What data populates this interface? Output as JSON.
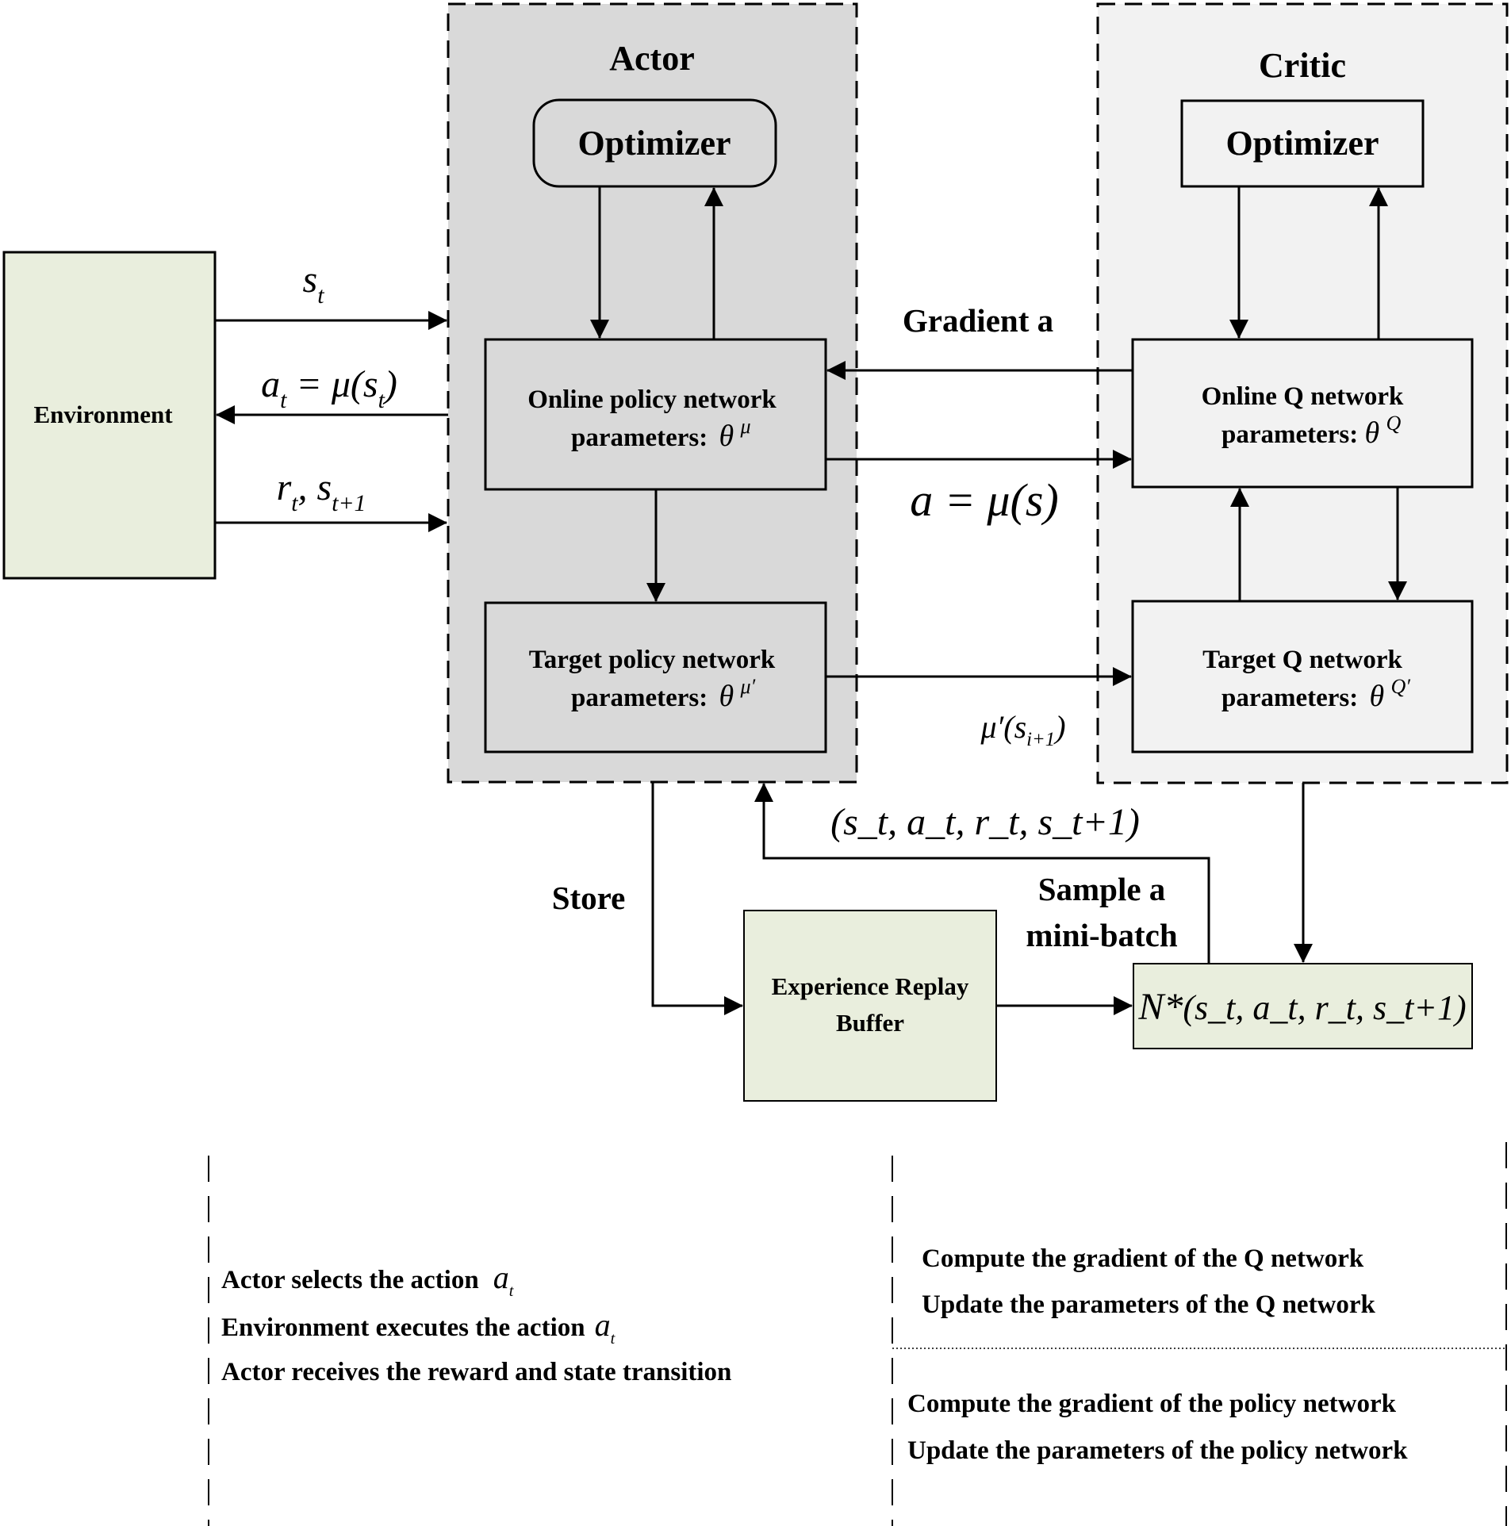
{
  "diagram": {
    "title": "DDPG actor-critic architecture",
    "colors": {
      "environment_fill": "#e9eedd",
      "actor_fill": "#d9d9d9",
      "critic_fill": "#f2f2f2",
      "replay_fill": "#e9eedd",
      "minibatch_fill": "#e9eedd",
      "line": "#000000"
    },
    "environment": {
      "label": "Environment"
    },
    "actor": {
      "label": "Actor",
      "optimizer": "Optimizer",
      "online": {
        "line1": "Online policy network",
        "line2": "parameters:",
        "param": "θ",
        "param_sup": "μ"
      },
      "target": {
        "line1": "Target policy network",
        "line2": "parameters:",
        "param": "θ",
        "param_sup": "μ′"
      }
    },
    "critic": {
      "label": "Critic",
      "optimizer": "Optimizer",
      "online": {
        "line1": "Online Q network",
        "line2": "parameters:",
        "param": "θ",
        "param_sup": "Q"
      },
      "target": {
        "line1": "Target Q network",
        "line2": "parameters:",
        "param": "θ",
        "param_sup": "Q′"
      }
    },
    "replay_buffer": {
      "line1": "Experience Replay",
      "line2": "Buffer"
    },
    "minibatch": {
      "prefix": "N*",
      "tuple": "(s_t, a_t, r_t, s_t+1)"
    },
    "edges": {
      "state": {
        "base": "s",
        "sub": "t"
      },
      "action": {
        "a": "a",
        "a_sub": "t",
        "eq": " = μ(s",
        "s_sub": "t",
        "close": ")"
      },
      "reward": {
        "r": "r",
        "r_sub": "t",
        "comma": ", s",
        "s_sub": "t+1"
      },
      "gradient": "Gradient a",
      "policy_action": "a = μ(s)",
      "target_action": {
        "mu": "μ′(s",
        "sub": "i+1",
        "close": ")"
      },
      "transition": {
        "text": "(s_t, a_t, r_t, s_t+1)"
      },
      "store": "Store",
      "sample_line1": "Sample a",
      "sample_line2": "mini-batch"
    },
    "notes": {
      "left": [
        {
          "text": "Actor selects the action",
          "var": "a",
          "sub": "t"
        },
        {
          "text": "Environment executes the action",
          "var": "a",
          "sub": "t"
        },
        {
          "text": "Actor receives the reward and state transition",
          "var": "",
          "sub": ""
        }
      ],
      "right_top": [
        "Compute the gradient of the Q network",
        "Update the parameters of the Q network"
      ],
      "right_bottom": [
        "Compute the gradient of the policy network",
        "Update the parameters of the policy network"
      ]
    }
  }
}
